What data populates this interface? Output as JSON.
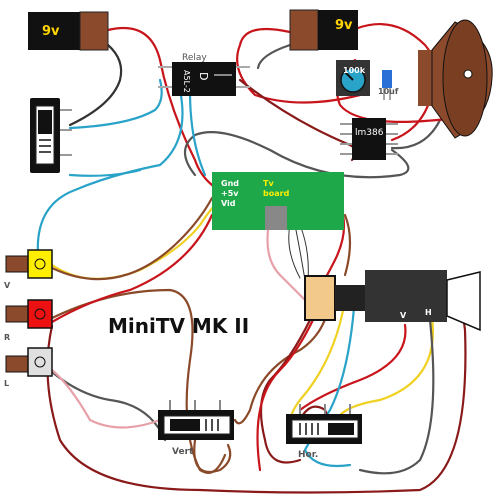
{
  "title": "MiniTV MK II",
  "battery_left": {
    "label": "9v"
  },
  "battery_right": {
    "label": "9v"
  },
  "relay": {
    "label": "Relay",
    "part_text": "A5L-2",
    "symbol": "D"
  },
  "potentiometer": {
    "label": "100k"
  },
  "capacitor": {
    "label": "10uf"
  },
  "amplifier": {
    "label": "lm386"
  },
  "tv_board": {
    "title": "Tv board",
    "pins": [
      "Gnd",
      "+5v",
      "Vid"
    ]
  },
  "crt_pins": [
    "V",
    "H"
  ],
  "rca_jacks": [
    {
      "label": "V",
      "color": "#ffee00"
    },
    {
      "label": "R",
      "color": "#ee1111"
    },
    {
      "label": "L",
      "color": "#e0e0e0"
    }
  ],
  "pot_vert": {
    "label": "Vert"
  },
  "pot_hor": {
    "label": "Hor."
  },
  "colors": {
    "wire_red": "#c8151b",
    "wire_dark": "#333333",
    "wire_blue": "#2aa3c9",
    "wire_yellow": "#f0d020",
    "wire_brown": "#8a4a2a",
    "wire_pink": "#e8a0a8",
    "battery": "#111111",
    "battery_cap": "#8b4a2b",
    "board_green": "#1ea84a"
  }
}
